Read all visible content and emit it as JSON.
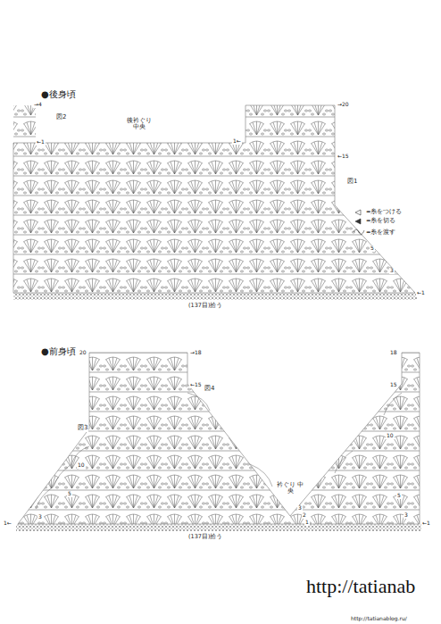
{
  "diagram": {
    "labels": [
      "●後身頃",
      "図2",
      "後衿ぐり 中央",
      "→4",
      "←1",
      "→20",
      "1←",
      "←15",
      "図1",
      "5",
      "3",
      "←1",
      "(137目)拾う",
      "●前身頃",
      "20",
      "→18",
      "←15",
      "図4",
      "図3",
      "10",
      "5",
      "3",
      "1←",
      "衿ぐり 中央",
      "3",
      "2",
      "1",
      "18",
      "15",
      "10",
      "5",
      "3",
      "←1",
      "(137目)拾う",
      "http://tatianab",
      "http://tatianablog.ru/"
    ],
    "legend": [
      {
        "text": "=糸をつける"
      },
      {
        "text": "=糸を切る"
      },
      {
        "text": "=糸を渡す"
      }
    ]
  }
}
